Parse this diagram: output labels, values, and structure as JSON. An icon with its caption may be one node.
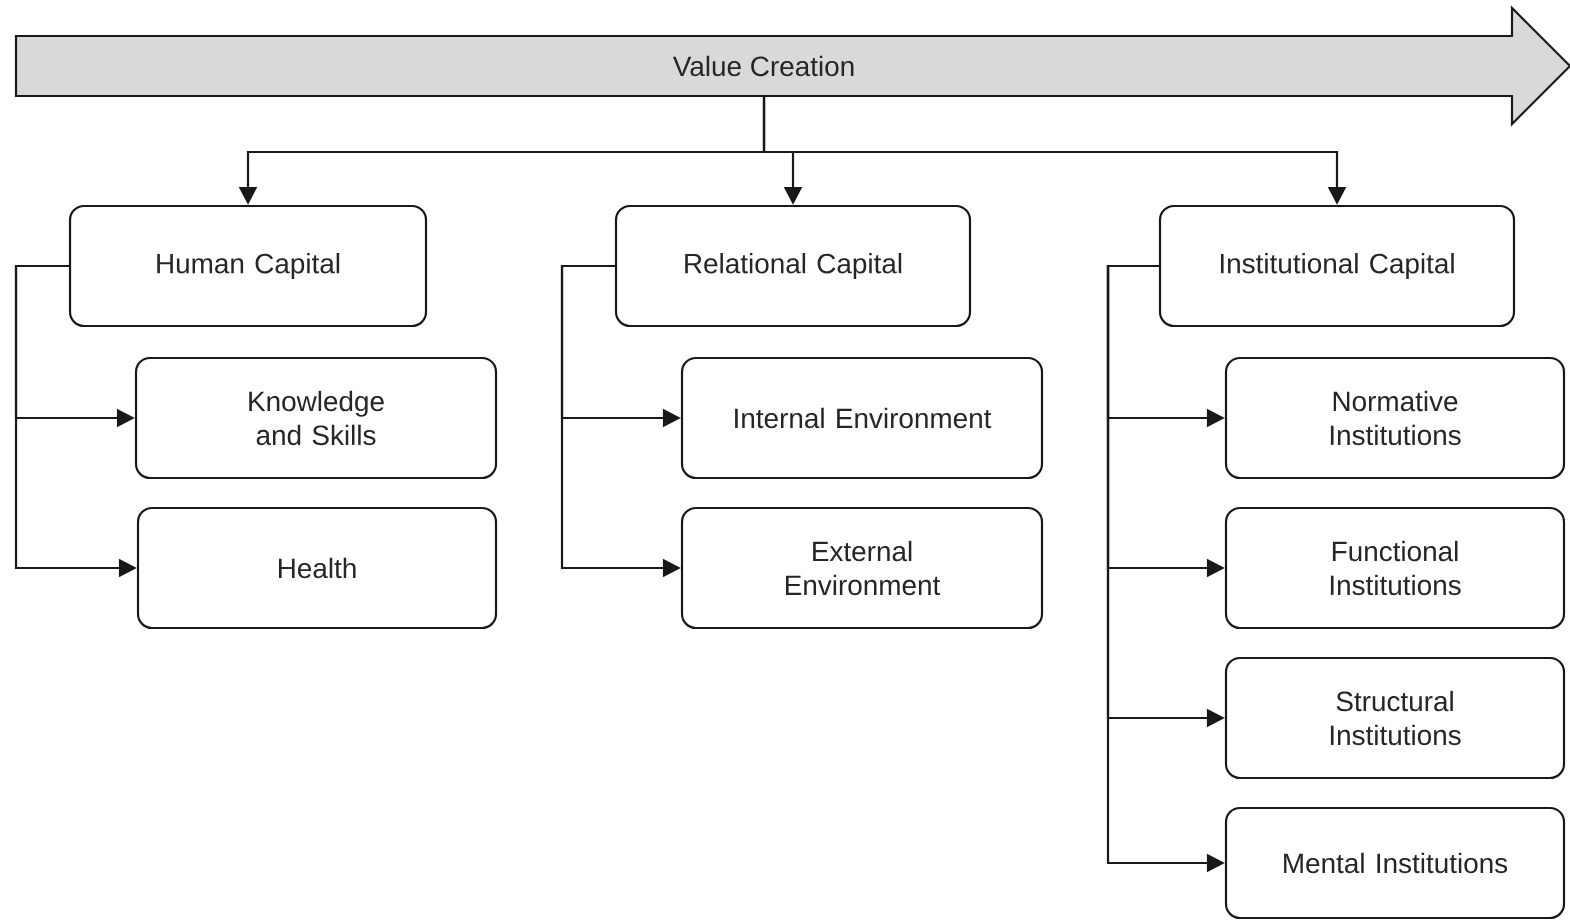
{
  "diagram": {
    "nodes": [
      {
        "text": [
          "Value Creation"
        ]
      },
      {
        "text": [
          "Human Capital"
        ]
      },
      {
        "text": [
          "Knowledge and Skills"
        ]
      },
      {
        "text": [
          "Health"
        ]
      },
      {
        "text": [
          "Relational Capital"
        ]
      },
      {
        "text": [
          "Internal Environment"
        ]
      },
      {
        "text": [
          "External Environment"
        ]
      },
      {
        "text": [
          "Institutional Capital"
        ]
      },
      {
        "text": [
          "Normative Institutions"
        ]
      },
      {
        "text": [
          "Functional Institutions"
        ]
      },
      {
        "text": [
          "Structural Institutions"
        ]
      },
      {
        "text": [
          "Mental Institutions"
        ]
      }
    ],
    "edges": [
      {
        "from": 0,
        "to": 1,
        "arrow": "to"
      },
      {
        "from": 0,
        "to": 4,
        "arrow": "to"
      },
      {
        "from": 0,
        "to": 7,
        "arrow": "to"
      },
      {
        "from": 1,
        "to": 2,
        "arrow": "to"
      },
      {
        "from": 1,
        "to": 3,
        "arrow": "to"
      },
      {
        "from": 4,
        "to": 5,
        "arrow": "to"
      },
      {
        "from": 4,
        "to": 6,
        "arrow": "to"
      },
      {
        "from": 7,
        "to": 8,
        "arrow": "to"
      },
      {
        "from": 7,
        "to": 9,
        "arrow": "to"
      },
      {
        "from": 7,
        "to": 10,
        "arrow": "to"
      },
      {
        "from": 7,
        "to": 11,
        "arrow": "to"
      }
    ]
  }
}
